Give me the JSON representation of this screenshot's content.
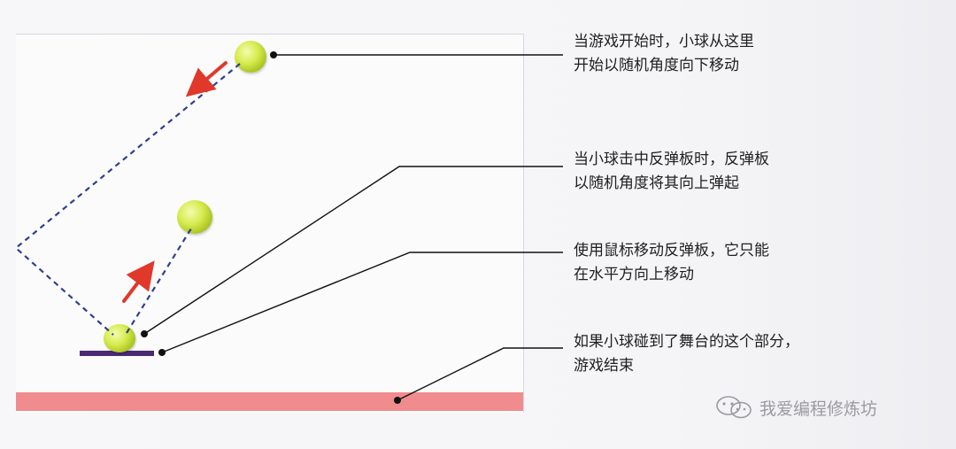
{
  "annotations": [
    {
      "line1": "当游戏开始时，小球从这里",
      "line2": "开始以随机角度向下移动"
    },
    {
      "line1": "当小球击中反弹板时，反弹板",
      "line2": "以随机角度将其向上弹起"
    },
    {
      "line1": "使用鼠标移动反弹板，它只能",
      "line2": "在水平方向上移动"
    },
    {
      "line1": "如果小球碰到了舞台的这个部分，",
      "line2": "游戏结束"
    }
  ],
  "watermark": {
    "text": "我爱编程修炼坊",
    "icon": "wechat-icon"
  },
  "colors": {
    "danger_zone": "#f08c8e",
    "paddle": "#4b2a73",
    "ball": "#d6ec4f",
    "trajectory": "#2f3f8f",
    "direction_arrow": "#e0392b",
    "leader_line": "#111111"
  }
}
